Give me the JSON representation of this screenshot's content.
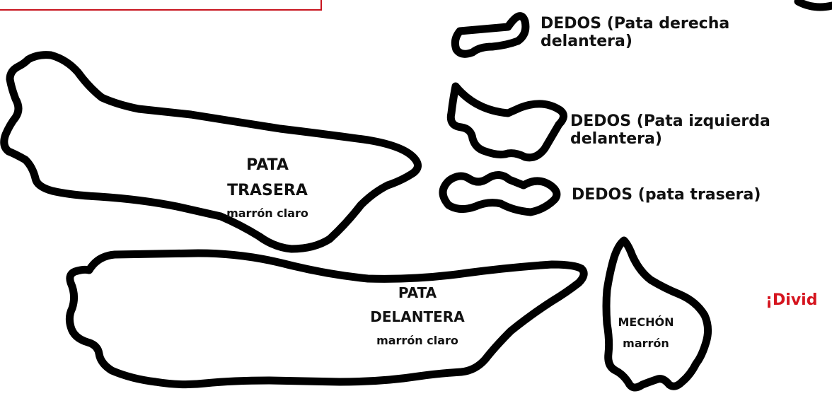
{
  "colors": {
    "outline": "#000000",
    "frame": "#c8141e",
    "accent_text": "#d5141e",
    "background": "#ffffff"
  },
  "pieces": {
    "pata_trasera": {
      "title_line1": "PATA",
      "title_line2": "TRASERA",
      "color": "marrón claro"
    },
    "pata_delantera": {
      "title_line1": "PATA",
      "title_line2": "DELANTERA",
      "color": "marrón claro"
    },
    "mechon": {
      "title": "MECHÓN",
      "color": "marrón"
    },
    "dedos_derecha": {
      "line1": "DEDOS (Pata derecha",
      "line2": "delantera)"
    },
    "dedos_izquierda": {
      "line1": "DEDOS (Pata izquierda",
      "line2": "delantera)"
    },
    "dedos_trasera": {
      "line1": "DEDOS (pata trasera)"
    }
  },
  "accent_text": "¡Divid"
}
